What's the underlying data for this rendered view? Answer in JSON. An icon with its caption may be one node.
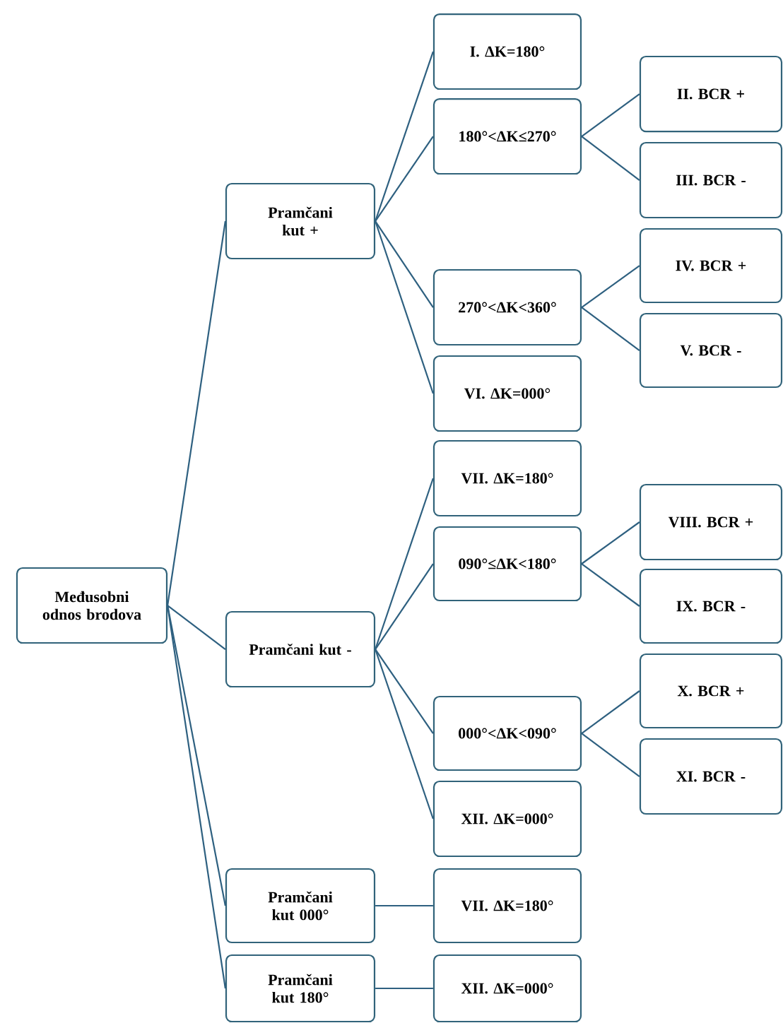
{
  "diagram": {
    "nodes": [
      {
        "text": [
          "Međusobni odnos brodova"
        ]
      },
      {
        "text": [
          "Pramčani kut +"
        ]
      },
      {
        "text": [
          "I. ΔK=180°"
        ]
      },
      {
        "text": [
          "180°<ΔK≤270°"
        ]
      },
      {
        "text": [
          "II. BCR +"
        ]
      },
      {
        "text": [
          "III. BCR -"
        ]
      },
      {
        "text": [
          "270°<ΔK<360°"
        ]
      },
      {
        "text": [
          "IV. BCR +"
        ]
      },
      {
        "text": [
          "V. BCR -"
        ]
      },
      {
        "text": [
          "VI. ΔK=000°"
        ]
      },
      {
        "text": [
          "Pramčani kut -"
        ]
      },
      {
        "text": [
          "VII. ΔK=180°"
        ]
      },
      {
        "text": [
          "090°≤ΔK<180°"
        ]
      },
      {
        "text": [
          "VIII. BCR +"
        ]
      },
      {
        "text": [
          "IX. BCR -"
        ]
      },
      {
        "text": [
          "000°<ΔK<090°"
        ]
      },
      {
        "text": [
          "X. BCR +"
        ]
      },
      {
        "text": [
          "XI. BCR -"
        ]
      },
      {
        "text": [
          "XII. ΔK=000°"
        ]
      },
      {
        "text": [
          "Pramčani kut 000°"
        ]
      },
      {
        "text": [
          "VII. ΔK=180°"
        ]
      },
      {
        "text": [
          "Pramčani kut 180°"
        ]
      },
      {
        "text": [
          "XII. ΔK=000°"
        ]
      }
    ],
    "edges": [
      {
        "from": 0,
        "to": 1,
        "arrow": "none"
      },
      {
        "from": 0,
        "to": 10,
        "arrow": "none"
      },
      {
        "from": 0,
        "to": 19,
        "arrow": "none"
      },
      {
        "from": 0,
        "to": 21,
        "arrow": "none"
      },
      {
        "from": 1,
        "to": 2,
        "arrow": "none"
      },
      {
        "from": 1,
        "to": 3,
        "arrow": "none"
      },
      {
        "from": 1,
        "to": 6,
        "arrow": "none"
      },
      {
        "from": 1,
        "to": 9,
        "arrow": "none"
      },
      {
        "from": 3,
        "to": 4,
        "arrow": "none"
      },
      {
        "from": 3,
        "to": 5,
        "arrow": "none"
      },
      {
        "from": 6,
        "to": 7,
        "arrow": "none"
      },
      {
        "from": 6,
        "to": 8,
        "arrow": "none"
      },
      {
        "from": 10,
        "to": 11,
        "arrow": "none"
      },
      {
        "from": 10,
        "to": 12,
        "arrow": "none"
      },
      {
        "from": 10,
        "to": 15,
        "arrow": "none"
      },
      {
        "from": 10,
        "to": 18,
        "arrow": "none"
      },
      {
        "from": 12,
        "to": 13,
        "arrow": "none"
      },
      {
        "from": 12,
        "to": 14,
        "arrow": "none"
      },
      {
        "from": 15,
        "to": 16,
        "arrow": "none"
      },
      {
        "from": 15,
        "to": 17,
        "arrow": "none"
      },
      {
        "from": 19,
        "to": 20,
        "arrow": "none"
      },
      {
        "from": 21,
        "to": 22,
        "arrow": "none"
      }
    ]
  }
}
